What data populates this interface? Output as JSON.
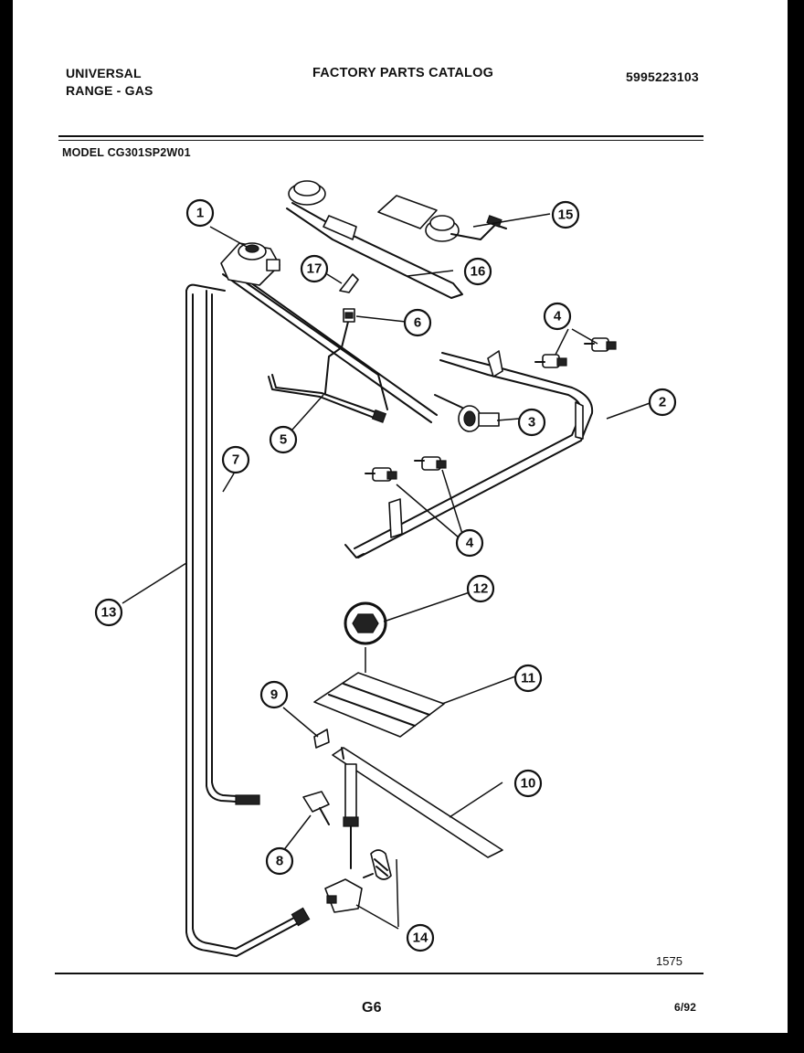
{
  "header": {
    "brand_line1": "UNIVERSAL",
    "brand_line2": "RANGE - GAS",
    "catalog_title": "FACTORY PARTS CATALOG",
    "part_number": "5995223103",
    "model": "MODEL CG301SP2W01"
  },
  "footer": {
    "figure_code": "1575",
    "page_code": "G6",
    "date_code": "6/92"
  },
  "callouts": [
    "1",
    "2",
    "3",
    "4",
    "4",
    "5",
    "6",
    "7",
    "8",
    "9",
    "10",
    "11",
    "12",
    "13",
    "14",
    "15",
    "16",
    "17"
  ]
}
